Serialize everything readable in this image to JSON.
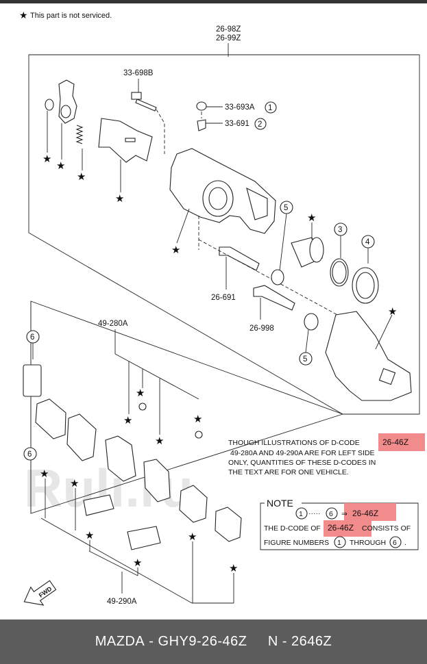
{
  "header": {
    "note_symbol": "★",
    "note_text": "This part is not serviced."
  },
  "assembly": {
    "code_line1": "26-98Z",
    "code_line2": "26-99Z"
  },
  "parts": {
    "bolt": "33-698B",
    "bleeder_cap": "33-693A",
    "bleeder_cap_num": "1",
    "bleeder_screw": "33-691",
    "bleeder_screw_num": "2",
    "guide_pin_lower": "26-691",
    "guide_pin_upper": "26-998",
    "pad_kit": "49-280A",
    "hardware_kit": "49-290A",
    "boot_num_top": "5",
    "boot_num_bottom": "5",
    "seal_num": "3",
    "dust_boot_num": "4",
    "pad_num_a": "6",
    "pad_num_b": "6"
  },
  "notice": {
    "line1a": "THOUGH ILLUSTRATIONS OF D-CODE",
    "line1b": "26-46Z",
    "line2": "49-280A AND 49-290A ARE FOR LEFT SIDE",
    "line3": "ONLY, QUANTITIES OF THESE D-CODES IN",
    "line4": "THE TEXT ARE FOR ONE VEHICLE."
  },
  "note_box": {
    "title": "NOTE",
    "range_from": "1",
    "range_dots": "·····",
    "range_to": "6",
    "arrow": "⇒",
    "range_code": "26-46Z",
    "text1a": "THE D-CODE OF",
    "text1b": "26-46Z",
    "text1c": "CONSISTS OF",
    "text2a": "FIGURE NUMBERS",
    "text2_from": "1",
    "text2b": "THROUGH",
    "text2_to": "6",
    "text2c": "."
  },
  "fwd_label": "FWD",
  "watermark": "Ruli.ru",
  "colors": {
    "highlight": "#f28b8b",
    "footer_bg": "#5c5c5c"
  },
  "footer": {
    "brand": "MAZDA",
    "sep": " - ",
    "part_number": "GHY9-26-46Z",
    "gap": "     ",
    "n_label": "N",
    "sep2": " - ",
    "n_value": "2646Z"
  }
}
